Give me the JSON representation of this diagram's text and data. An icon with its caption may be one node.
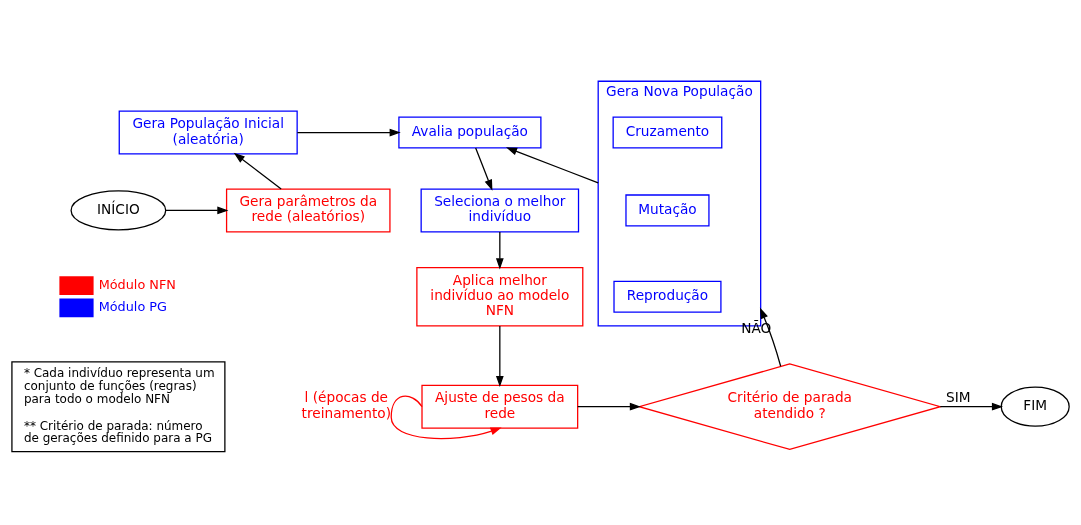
{
  "diagram": {
    "nodes": [
      {
        "text": [
          "INÍCIO"
        ]
      },
      {
        "text": [
          "Gera parâmetros da rede (aleatórios)"
        ]
      },
      {
        "text": [
          "Gera População Inicial (aleatória)"
        ]
      },
      {
        "text": [
          "Avalia população"
        ]
      },
      {
        "text": [
          "Seleciona o melhor indivíduo"
        ]
      },
      {
        "text": [
          "Aplica melhor indivíduo ao modelo NFN"
        ]
      },
      {
        "text": [
          "Ajuste de pesos da rede"
        ]
      },
      {
        "text": [
          "Critério de parada atendido ?"
        ]
      },
      {
        "text": [
          "FIM"
        ]
      },
      {
        "text": [
          "Gera Nova População"
        ]
      },
      {
        "text": [
          "Cruzamento"
        ],
        "in": 9
      },
      {
        "text": [
          "Mutação"
        ],
        "in": 9
      },
      {
        "text": [
          "Reprodução"
        ],
        "in": 9
      },
      {
        "text": [
          "* Cada indivíduo representa um conjunto de funções (regras) para todo o modelo NFN",
          "** Critério de parada: número de gerações definido para a PG"
        ]
      }
    ],
    "edges": [
      {
        "from": 0,
        "to": 1,
        "arrow": "to"
      },
      {
        "from": 1,
        "to": 2,
        "arrow": "to"
      },
      {
        "from": 2,
        "to": 3,
        "arrow": "to"
      },
      {
        "from": 3,
        "to": 4,
        "arrow": "to"
      },
      {
        "from": 4,
        "to": 5,
        "arrow": "to"
      },
      {
        "from": 5,
        "to": 6,
        "arrow": "to"
      },
      {
        "from": 6,
        "to": 6,
        "arrow": "to",
        "label": "l (épocas de treinamento)",
        "color": "#ff0000"
      },
      {
        "from": 6,
        "to": 7,
        "arrow": "to"
      },
      {
        "from": 7,
        "to": 8,
        "arrow": "to",
        "label": "SIM"
      },
      {
        "from": 7,
        "to": 9,
        "arrow": "to",
        "label": "NÃO"
      },
      {
        "from": 9,
        "to": 3,
        "arrow": "to"
      }
    ],
    "legend": [
      {
        "text": "Módulo NFN",
        "color": "#ff0000"
      },
      {
        "text": "Módulo PG",
        "color": "#0000ff"
      }
    ]
  }
}
